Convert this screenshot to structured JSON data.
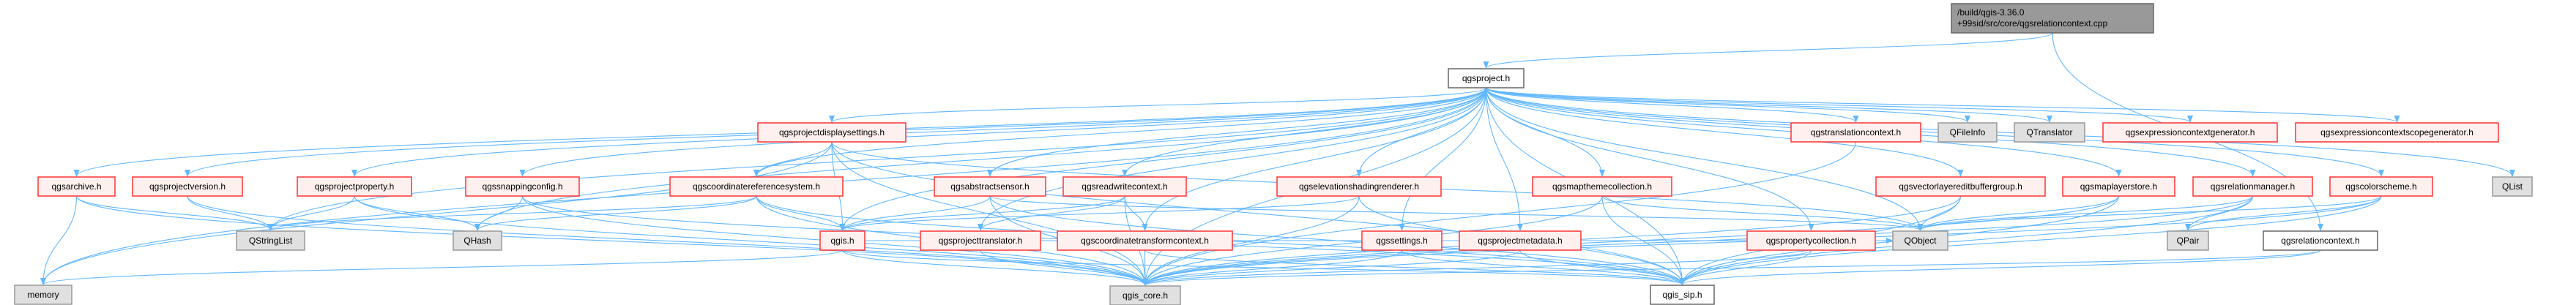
{
  "graph": {
    "colors": {
      "edge": "#63b8ff",
      "linked_border": "#ff3333",
      "linked_fill": "#fff0f0",
      "external_fill": "#e0e0e0",
      "root_fill": "#999999"
    },
    "nodes": {
      "root": {
        "lines": [
          "/build/qgis-3.36.0",
          "+99sid/src/core/qgsrelationcontext.cpp"
        ],
        "kind": "root"
      },
      "qgsproject": {
        "label": "qgsproject.h",
        "kind": "plain"
      },
      "qgsarchive": {
        "label": "qgsarchive.h",
        "kind": "red"
      },
      "qgsprojectversion": {
        "label": "qgsprojectversion.h",
        "kind": "red"
      },
      "qgsprojectproperty": {
        "label": "qgsprojectproperty.h",
        "kind": "red"
      },
      "qgssnappingconfig": {
        "label": "qgssnappingconfig.h",
        "kind": "red"
      },
      "QStringList": {
        "label": "QStringList",
        "kind": "gray"
      },
      "QHash": {
        "label": "QHash",
        "kind": "gray"
      },
      "memory": {
        "label": "memory",
        "kind": "gray"
      },
      "qgsprojectdisplaysettings": {
        "label": "qgsprojectdisplaysettings.h",
        "kind": "red"
      },
      "qgscoordinatereferencesystem": {
        "label": "qgscoordinatereferencesystem.h",
        "kind": "red"
      },
      "qgsabstractsensor": {
        "label": "qgsabstractsensor.h",
        "kind": "red"
      },
      "qgsreadwritecontext": {
        "label": "qgsreadwritecontext.h",
        "kind": "red"
      },
      "qgis": {
        "label": "qgis.h",
        "kind": "red"
      },
      "qgsprojecttranslator": {
        "label": "qgsprojecttranslator.h",
        "kind": "red"
      },
      "qgscoordinatetransformcontext": {
        "label": "qgscoordinatetransformcontext.h",
        "kind": "red"
      },
      "qgis_core": {
        "label": "qgis_core.h",
        "kind": "gray"
      },
      "qgselevationshadingrenderer": {
        "label": "qgselevationshadingrenderer.h",
        "kind": "red"
      },
      "qgsmapthemecollection": {
        "label": "qgsmapthemecollection.h",
        "kind": "red"
      },
      "qgsvectorlayereditbuffergroup": {
        "label": "qgsvectorlayereditbuffergroup.h",
        "kind": "red"
      },
      "qgstranslationcontext": {
        "label": "qgstranslationcontext.h",
        "kind": "red"
      },
      "QFileInfo": {
        "label": "QFileInfo",
        "kind": "gray"
      },
      "QTranslator": {
        "label": "QTranslator",
        "kind": "gray"
      },
      "qgsexpressioncontextgenerator": {
        "label": "qgsexpressioncontextgenerator.h",
        "kind": "red"
      },
      "qgsexpressioncontextscopegenerator": {
        "label": "qgsexpressioncontextscopegenerator.h",
        "kind": "red"
      },
      "qgssettings": {
        "label": "qgssettings.h",
        "kind": "red"
      },
      "qgsprojectmetadata": {
        "label": "qgsprojectmetadata.h",
        "kind": "red"
      },
      "qgspropertycollection": {
        "label": "qgspropertycollection.h",
        "kind": "red"
      },
      "QObject": {
        "label": "QObject",
        "kind": "gray"
      },
      "qgis_sip": {
        "label": "qgis_sip.h",
        "kind": "plain"
      },
      "qgsmaplayerstore": {
        "label": "qgsmaplayerstore.h",
        "kind": "red"
      },
      "qgsrelationmanager": {
        "label": "qgsrelationmanager.h",
        "kind": "red"
      },
      "qgscolorscheme": {
        "label": "qgscolorscheme.h",
        "kind": "red"
      },
      "QList": {
        "label": "QList",
        "kind": "gray"
      },
      "QPair": {
        "label": "QPair",
        "kind": "gray"
      },
      "qgsrelationcontext": {
        "label": "qgsrelationcontext.h",
        "kind": "plain"
      }
    },
    "edges": [
      [
        "root",
        "qgsproject"
      ],
      [
        "root",
        "qgsrelationcontext"
      ],
      [
        "qgsproject",
        "memory"
      ],
      [
        "qgsproject",
        "qgsarchive"
      ],
      [
        "qgsproject",
        "qgsprojectversion"
      ],
      [
        "qgsproject",
        "QStringList"
      ],
      [
        "qgsproject",
        "qgsprojectproperty"
      ],
      [
        "qgsproject",
        "QHash"
      ],
      [
        "qgsproject",
        "qgssnappingconfig"
      ],
      [
        "qgsproject",
        "qgsprojectdisplaysettings"
      ],
      [
        "qgsproject",
        "qgscoordinatereferencesystem"
      ],
      [
        "qgsproject",
        "qgis"
      ],
      [
        "qgsproject",
        "qgsabstractsensor"
      ],
      [
        "qgsproject",
        "qgsreadwritecontext"
      ],
      [
        "qgsproject",
        "qgsprojecttranslator"
      ],
      [
        "qgsproject",
        "qgscoordinatetransformcontext"
      ],
      [
        "qgsproject",
        "qgis_core"
      ],
      [
        "qgsproject",
        "qgselevationshadingrenderer"
      ],
      [
        "qgsproject",
        "qgssettings"
      ],
      [
        "qgsproject",
        "qgsprojectmetadata"
      ],
      [
        "qgsproject",
        "qgsmapthemecollection"
      ],
      [
        "qgsproject",
        "qgis_sip"
      ],
      [
        "qgsproject",
        "qgspropertycollection"
      ],
      [
        "qgsproject",
        "QObject"
      ],
      [
        "qgsproject",
        "qgstranslationcontext"
      ],
      [
        "qgsproject",
        "QFileInfo"
      ],
      [
        "qgsproject",
        "QTranslator"
      ],
      [
        "qgsproject",
        "qgsexpressioncontextgenerator"
      ],
      [
        "qgsproject",
        "qgsexpressioncontextscopegenerator"
      ],
      [
        "qgsproject",
        "qgsvectorlayereditbuffergroup"
      ],
      [
        "qgsproject",
        "qgsmaplayerstore"
      ],
      [
        "qgsproject",
        "qgsrelationmanager"
      ],
      [
        "qgsproject",
        "qgscolorscheme"
      ],
      [
        "qgsproject",
        "QList"
      ],
      [
        "qgsarchive",
        "memory"
      ],
      [
        "qgsarchive",
        "QStringList"
      ],
      [
        "qgsarchive",
        "qgis_core"
      ],
      [
        "qgsprojectversion",
        "QStringList"
      ],
      [
        "qgsprojectversion",
        "qgis_core"
      ],
      [
        "qgsprojectproperty",
        "QStringList"
      ],
      [
        "qgsprojectproperty",
        "QHash"
      ],
      [
        "qgsprojectproperty",
        "qgis_core"
      ],
      [
        "qgssnappingconfig",
        "QHash"
      ],
      [
        "qgssnappingconfig",
        "qgis_core"
      ],
      [
        "qgssnappingconfig",
        "qgis_sip"
      ],
      [
        "qgsprojectdisplaysettings",
        "qgscoordinatereferencesystem"
      ],
      [
        "qgsprojectdisplaysettings",
        "qgis"
      ],
      [
        "qgsprojectdisplaysettings",
        "qgis_core"
      ],
      [
        "qgsprojectdisplaysettings",
        "qgis_sip"
      ],
      [
        "qgsprojectdisplaysettings",
        "QObject"
      ],
      [
        "qgsprojectdisplaysettings",
        "memory"
      ],
      [
        "qgscoordinatereferencesystem",
        "qgis"
      ],
      [
        "qgscoordinatereferencesystem",
        "qgis_core"
      ],
      [
        "qgscoordinatereferencesystem",
        "qgis_sip"
      ],
      [
        "qgscoordinatereferencesystem",
        "QHash"
      ],
      [
        "qgscoordinatereferencesystem",
        "QStringList"
      ],
      [
        "qgis",
        "qgis_core"
      ],
      [
        "qgis",
        "qgis_sip"
      ],
      [
        "qgis",
        "memory"
      ],
      [
        "qgis",
        "QObject"
      ],
      [
        "qgsabstractsensor",
        "qgis"
      ],
      [
        "qgsabstractsensor",
        "qgis_core"
      ],
      [
        "qgsabstractsensor",
        "qgis_sip"
      ],
      [
        "qgsabstractsensor",
        "QObject"
      ],
      [
        "qgsreadwritecontext",
        "qgis"
      ],
      [
        "qgsreadwritecontext",
        "qgsprojecttranslator"
      ],
      [
        "qgsreadwritecontext",
        "qgscoordinatetransformcontext"
      ],
      [
        "qgsreadwritecontext",
        "qgis_core"
      ],
      [
        "qgsprojecttranslator",
        "qgis_core"
      ],
      [
        "qgscoordinatetransformcontext",
        "qgis_core"
      ],
      [
        "qgscoordinatetransformcontext",
        "qgis_sip"
      ],
      [
        "qgselevationshadingrenderer",
        "qgis"
      ],
      [
        "qgselevationshadingrenderer",
        "qgis_core"
      ],
      [
        "qgselevationshadingrenderer",
        "qgis_sip"
      ],
      [
        "qgssettings",
        "qgis_core"
      ],
      [
        "qgssettings",
        "qgis_sip"
      ],
      [
        "qgsprojectmetadata",
        "qgis_core"
      ],
      [
        "qgsprojectmetadata",
        "qgis_sip"
      ],
      [
        "qgsmapthemecollection",
        "qgis_core"
      ],
      [
        "qgsmapthemecollection",
        "qgis_sip"
      ],
      [
        "qgsmapthemecollection",
        "QObject"
      ],
      [
        "qgspropertycollection",
        "qgis_core"
      ],
      [
        "qgspropertycollection",
        "qgis_sip"
      ],
      [
        "qgstranslationcontext",
        "qgis_core"
      ],
      [
        "qgsvectorlayereditbuffergroup",
        "QObject"
      ],
      [
        "qgsvectorlayereditbuffergroup",
        "qgis_core"
      ],
      [
        "qgsvectorlayereditbuffergroup",
        "qgis_sip"
      ],
      [
        "qgsmaplayerstore",
        "qgis_core"
      ],
      [
        "qgsmaplayerstore",
        "qgis_sip"
      ],
      [
        "qgsmaplayerstore",
        "QObject"
      ],
      [
        "qgsrelationmanager",
        "QPair"
      ],
      [
        "qgsrelationmanager",
        "qgis_core"
      ],
      [
        "qgsrelationmanager",
        "qgis_sip"
      ],
      [
        "qgsrelationmanager",
        "QObject"
      ],
      [
        "qgscolorscheme",
        "QPair"
      ],
      [
        "qgscolorscheme",
        "qgis_core"
      ],
      [
        "qgscolorscheme",
        "qgis_sip"
      ],
      [
        "qgscolorscheme",
        "QObject"
      ],
      [
        "qgsrelationcontext",
        "qgis_core"
      ],
      [
        "qgsrelationcontext",
        "qgis_sip"
      ]
    ]
  }
}
